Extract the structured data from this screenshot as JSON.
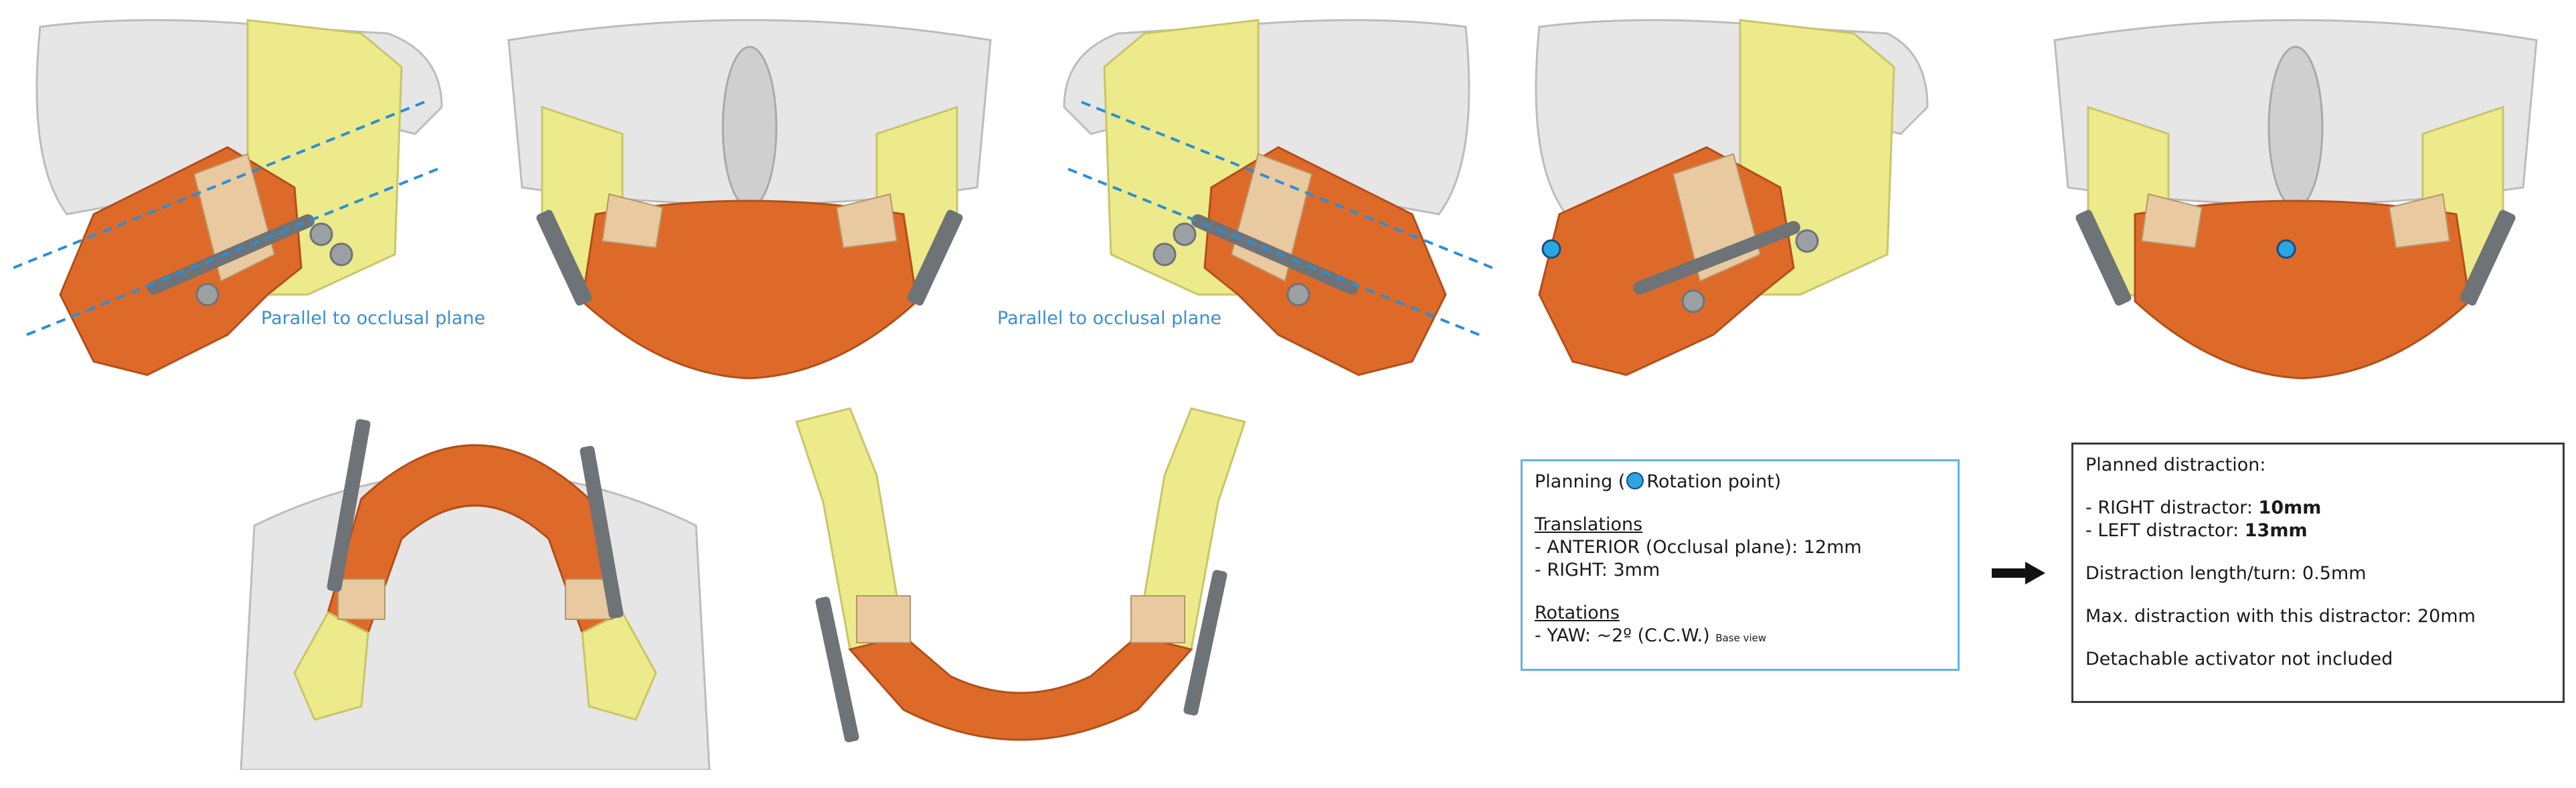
{
  "annotations": {
    "parallel_left": "Parallel to occlusal plane",
    "parallel_right": "Parallel to occlusal plane"
  },
  "planning": {
    "title_prefix": "Planning (",
    "title_legend": "Rotation point)",
    "translations_heading": "Translations",
    "translation_1": "- ANTERIOR (Occlusal plane): 12mm",
    "translation_2": "- RIGHT: 3mm",
    "rotations_heading": "Rotations",
    "rotation_1": "- YAW: ~2º (C.C.W.)",
    "rotation_1_note": "Base view"
  },
  "distraction": {
    "title": "Planned distraction:",
    "right_label": "-  RIGHT distractor: ",
    "right_value": "10mm",
    "left_label": "-  LEFT distractor: ",
    "left_value": "13mm",
    "length_per_turn": "Distraction length/turn: 0.5mm",
    "max_distraction": "Max. distraction with this distractor: 20mm",
    "activator_note": "Detachable activator not included"
  },
  "colors": {
    "bone": "#e6e6e6",
    "segment_orange": "#de6a2a",
    "ramus_yellow": "#ecea8a",
    "cut_tan": "#e8c9a0",
    "device_gray": "#6e7377",
    "guide_blue": "#2a8fd6",
    "rotation_point": "#2aa6e3"
  },
  "icons": [
    "arrow-right-icon",
    "rotation-point-icon"
  ]
}
